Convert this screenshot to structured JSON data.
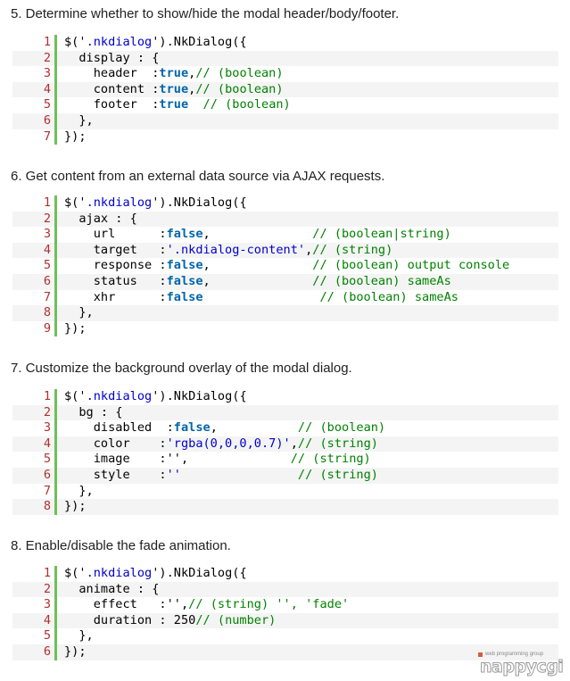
{
  "sections": [
    {
      "heading": "5. Determine whether to show/hide the modal header/body/footer.",
      "lines": [
        [
          [
            "p",
            "$('"
          ],
          [
            "s",
            ".nkdialog"
          ],
          [
            "p",
            "').NkDialog({"
          ]
        ],
        [
          [
            "p",
            "  display : {"
          ]
        ],
        [
          [
            "p",
            "    header  :"
          ],
          [
            "k",
            "true"
          ],
          [
            "p",
            ","
          ],
          [
            "c",
            "// (boolean)"
          ]
        ],
        [
          [
            "p",
            "    content :"
          ],
          [
            "k",
            "true"
          ],
          [
            "p",
            ","
          ],
          [
            "c",
            "// (boolean)"
          ]
        ],
        [
          [
            "p",
            "    footer  :"
          ],
          [
            "k",
            "true"
          ],
          [
            "p",
            "  "
          ],
          [
            "c",
            "// (boolean)"
          ]
        ],
        [
          [
            "p",
            "  },"
          ]
        ],
        [
          [
            "p",
            "});"
          ]
        ]
      ]
    },
    {
      "heading": "6. Get content from an external data source via AJAX requests.",
      "lines": [
        [
          [
            "p",
            "$('"
          ],
          [
            "s",
            ".nkdialog"
          ],
          [
            "p",
            "').NkDialog({"
          ]
        ],
        [
          [
            "p",
            "  ajax : {"
          ]
        ],
        [
          [
            "p",
            "    url      :"
          ],
          [
            "k",
            "false"
          ],
          [
            "p",
            ",              "
          ],
          [
            "c",
            "// (boolean|string)"
          ]
        ],
        [
          [
            "p",
            "    target   :"
          ],
          [
            "s",
            "'.nkdialog-content'"
          ],
          [
            "p",
            ","
          ],
          [
            "c",
            "// (string)"
          ]
        ],
        [
          [
            "p",
            "    response :"
          ],
          [
            "k",
            "false"
          ],
          [
            "p",
            ",              "
          ],
          [
            "c",
            "// (boolean) output console"
          ]
        ],
        [
          [
            "p",
            "    status   :"
          ],
          [
            "k",
            "false"
          ],
          [
            "p",
            ",              "
          ],
          [
            "c",
            "// (boolean) sameAs"
          ]
        ],
        [
          [
            "p",
            "    xhr      :"
          ],
          [
            "k",
            "false"
          ],
          [
            "p",
            "                "
          ],
          [
            "c",
            "// (boolean) sameAs"
          ]
        ],
        [
          [
            "p",
            "  },"
          ]
        ],
        [
          [
            "p",
            "});"
          ]
        ]
      ]
    },
    {
      "heading": "7. Customize the background overlay of the modal dialog.",
      "lines": [
        [
          [
            "p",
            "$('"
          ],
          [
            "s",
            ".nkdialog"
          ],
          [
            "p",
            "').NkDialog({"
          ]
        ],
        [
          [
            "p",
            "  bg : {"
          ]
        ],
        [
          [
            "p",
            "    disabled  :"
          ],
          [
            "k",
            "false"
          ],
          [
            "p",
            ",           "
          ],
          [
            "c",
            "// (boolean)"
          ]
        ],
        [
          [
            "p",
            "    color    :"
          ],
          [
            "s",
            "'rgba(0,0,0,0.7)'"
          ],
          [
            "p",
            ","
          ],
          [
            "c",
            "// (string)"
          ]
        ],
        [
          [
            "p",
            "    image    :'',              "
          ],
          [
            "c",
            "// (string)"
          ]
        ],
        [
          [
            "p",
            "    style    :"
          ],
          [
            "s",
            "''"
          ],
          [
            "p",
            "                "
          ],
          [
            "c",
            "// (string)"
          ]
        ],
        [
          [
            "p",
            "  },"
          ]
        ],
        [
          [
            "p",
            "});"
          ]
        ]
      ]
    },
    {
      "heading": "8. Enable/disable the fade animation.",
      "lines": [
        [
          [
            "p",
            "$('"
          ],
          [
            "s",
            ".nkdialog"
          ],
          [
            "p",
            "').NkDialog({"
          ]
        ],
        [
          [
            "p",
            "  animate : {"
          ]
        ],
        [
          [
            "p",
            "    effect   :'',"
          ],
          [
            "c",
            "// (string) '', 'fade'"
          ]
        ],
        [
          [
            "p",
            "    duration : 250"
          ],
          [
            "c",
            "// (number)"
          ]
        ],
        [
          [
            "p",
            "  },"
          ]
        ],
        [
          [
            "p",
            "});"
          ]
        ]
      ]
    }
  ],
  "watermark": {
    "small_text": "web programming group",
    "brand": "nappycgi"
  }
}
